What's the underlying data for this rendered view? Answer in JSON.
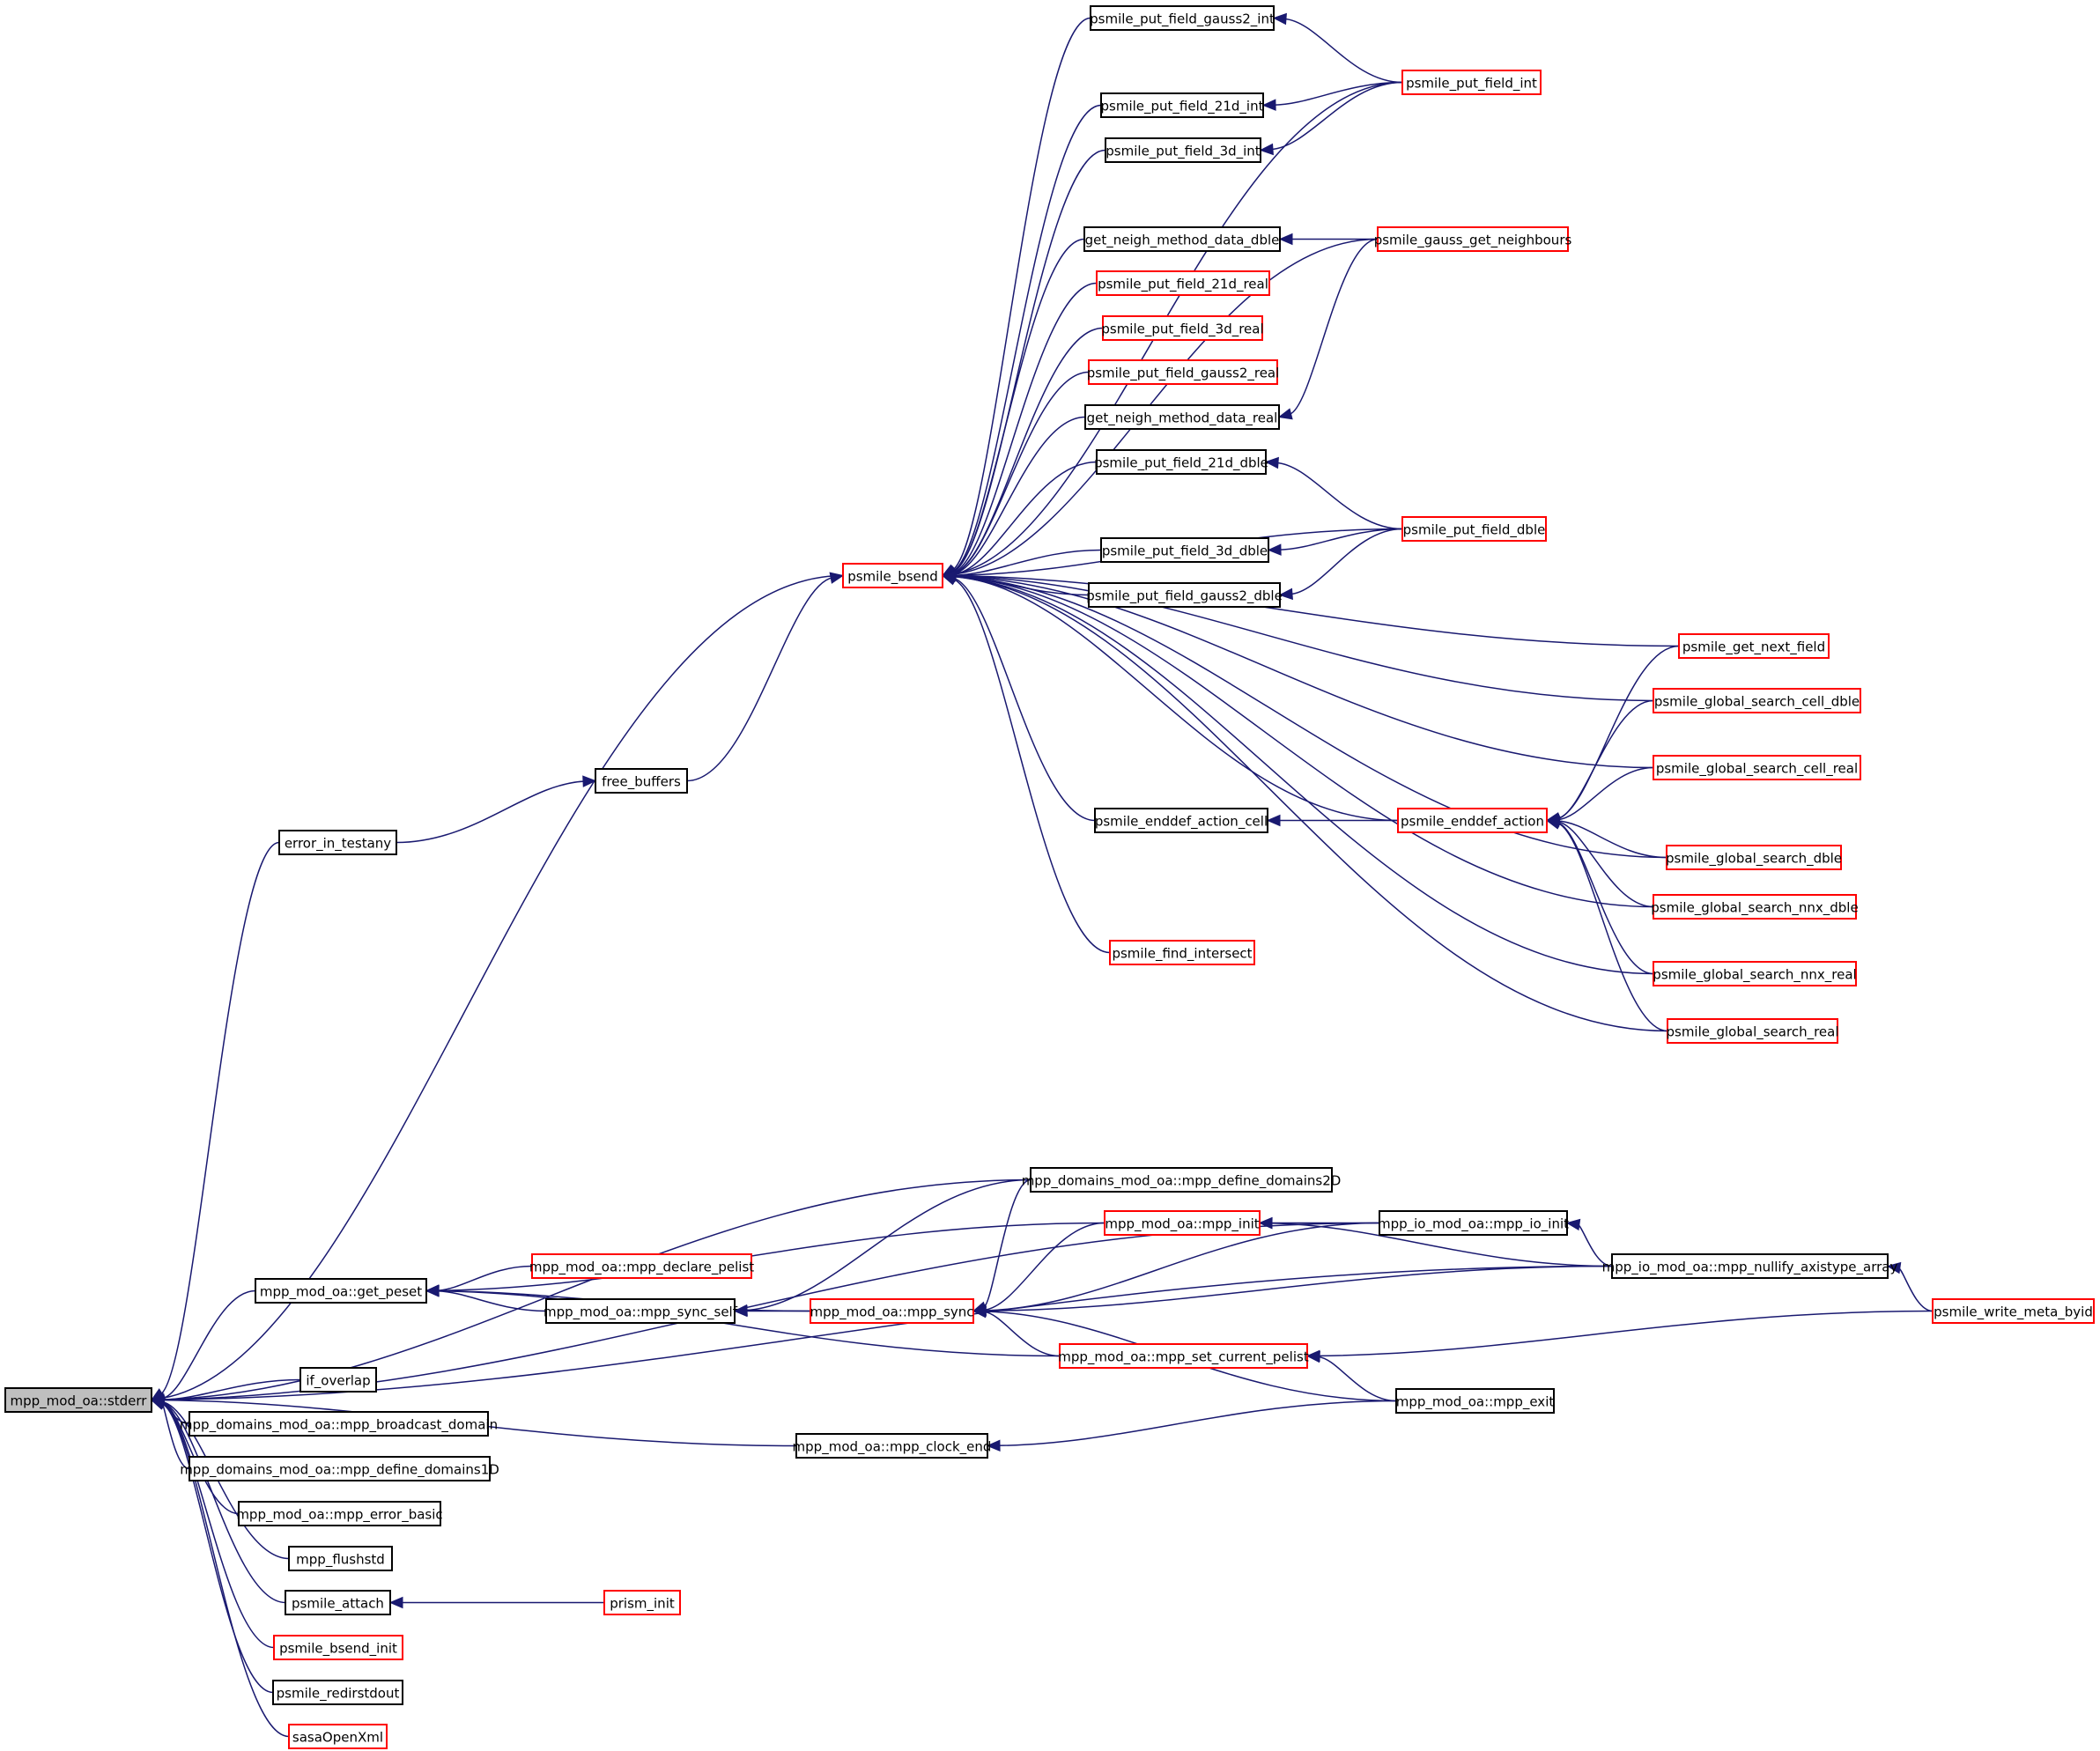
{
  "colors": {
    "edge": "#191970",
    "ref_border": "#000000",
    "red_border": "#ff0000",
    "root_fill": "#bfbfbf"
  },
  "nodes": [
    {
      "id": "root",
      "label": "mpp_mod_oa::stderr",
      "border": "root"
    },
    {
      "id": "n_gauss2_int",
      "label": "psmile_put_field_gauss2_int",
      "border": "black"
    },
    {
      "id": "n_put_int",
      "label": "psmile_put_field_int",
      "border": "red"
    },
    {
      "id": "n_21d_int",
      "label": "psmile_put_field_21d_int",
      "border": "black"
    },
    {
      "id": "n_3d_int",
      "label": "psmile_put_field_3d_int",
      "border": "black"
    },
    {
      "id": "n_neigh_dble",
      "label": "get_neigh_method_data_dble",
      "border": "black"
    },
    {
      "id": "n_gauss_neigh",
      "label": "psmile_gauss_get_neighbours",
      "border": "red"
    },
    {
      "id": "n_21d_real",
      "label": "psmile_put_field_21d_real",
      "border": "red"
    },
    {
      "id": "n_3d_real",
      "label": "psmile_put_field_3d_real",
      "border": "red"
    },
    {
      "id": "n_gauss2_real",
      "label": "psmile_put_field_gauss2_real",
      "border": "red"
    },
    {
      "id": "n_neigh_real",
      "label": "get_neigh_method_data_real",
      "border": "black"
    },
    {
      "id": "n_21d_dble",
      "label": "psmile_put_field_21d_dble",
      "border": "black"
    },
    {
      "id": "n_put_dble",
      "label": "psmile_put_field_dble",
      "border": "red"
    },
    {
      "id": "n_3d_dble",
      "label": "psmile_put_field_3d_dble",
      "border": "black"
    },
    {
      "id": "n_bsend",
      "label": "psmile_bsend",
      "border": "red"
    },
    {
      "id": "n_gauss2_dble",
      "label": "psmile_put_field_gauss2_dble",
      "border": "black"
    },
    {
      "id": "n_next_field",
      "label": "psmile_get_next_field",
      "border": "red"
    },
    {
      "id": "n_gs_cell_dble",
      "label": "psmile_global_search_cell_dble",
      "border": "red"
    },
    {
      "id": "n_gs_cell_real",
      "label": "psmile_global_search_cell_real",
      "border": "red"
    },
    {
      "id": "n_free_buffers",
      "label": "free_buffers",
      "border": "black"
    },
    {
      "id": "n_enddef_cell",
      "label": "psmile_enddef_action_cell",
      "border": "black"
    },
    {
      "id": "n_enddef",
      "label": "psmile_enddef_action",
      "border": "red"
    },
    {
      "id": "n_error_testany",
      "label": "error_in_testany",
      "border": "black"
    },
    {
      "id": "n_gs_dble",
      "label": "psmile_global_search_dble",
      "border": "red"
    },
    {
      "id": "n_gs_nnx_dble",
      "label": "psmile_global_search_nnx_dble",
      "border": "red"
    },
    {
      "id": "n_find_intersect",
      "label": "psmile_find_intersect",
      "border": "red"
    },
    {
      "id": "n_gs_nnx_real",
      "label": "psmile_global_search_nnx_real",
      "border": "red"
    },
    {
      "id": "n_gs_real",
      "label": "psmile_global_search_real",
      "border": "red"
    },
    {
      "id": "n_define_2d",
      "label": "mpp_domains_mod_oa::mpp_define_domains2D",
      "border": "black"
    },
    {
      "id": "n_mpp_init",
      "label": "mpp_mod_oa::mpp_init",
      "border": "red"
    },
    {
      "id": "n_io_init",
      "label": "mpp_io_mod_oa::mpp_io_init",
      "border": "black"
    },
    {
      "id": "n_get_peset",
      "label": "mpp_mod_oa::get_peset",
      "border": "black"
    },
    {
      "id": "n_declare_pelist",
      "label": "mpp_mod_oa::mpp_declare_pelist",
      "border": "red"
    },
    {
      "id": "n_nullify",
      "label": "mpp_io_mod_oa::mpp_nullify_axistype_array",
      "border": "black"
    },
    {
      "id": "n_sync_self",
      "label": "mpp_mod_oa::mpp_sync_self",
      "border": "black"
    },
    {
      "id": "n_sync",
      "label": "mpp_mod_oa::mpp_sync",
      "border": "red"
    },
    {
      "id": "n_write_meta",
      "label": "psmile_write_meta_byid",
      "border": "red"
    },
    {
      "id": "n_set_pelist",
      "label": "mpp_mod_oa::mpp_set_current_pelist",
      "border": "red"
    },
    {
      "id": "n_if_overlap",
      "label": "if_overlap",
      "border": "black"
    },
    {
      "id": "n_mpp_exit",
      "label": "mpp_mod_oa::mpp_exit",
      "border": "black"
    },
    {
      "id": "n_broadcast",
      "label": "mpp_domains_mod_oa::mpp_broadcast_domain",
      "border": "black"
    },
    {
      "id": "n_clock_end",
      "label": "mpp_mod_oa::mpp_clock_end",
      "border": "black"
    },
    {
      "id": "n_define_1d",
      "label": "mpp_domains_mod_oa::mpp_define_domains1D",
      "border": "black"
    },
    {
      "id": "n_error_basic",
      "label": "mpp_mod_oa::mpp_error_basic",
      "border": "black"
    },
    {
      "id": "n_flushstd",
      "label": "mpp_flushstd",
      "border": "black"
    },
    {
      "id": "n_attach",
      "label": "psmile_attach",
      "border": "black"
    },
    {
      "id": "n_prism_init",
      "label": "prism_init",
      "border": "red"
    },
    {
      "id": "n_bsend_init",
      "label": "psmile_bsend_init",
      "border": "red"
    },
    {
      "id": "n_redirstdout",
      "label": "psmile_redirstdout",
      "border": "black"
    },
    {
      "id": "n_sasa",
      "label": "sasaOpenXml",
      "border": "red"
    }
  ],
  "edges": [
    [
      "root",
      "n_bsend"
    ],
    [
      "root",
      "n_error_testany"
    ],
    [
      "root",
      "n_nullify"
    ],
    [
      "root",
      "n_io_init"
    ],
    [
      "root",
      "n_define_2d"
    ],
    [
      "root",
      "n_get_peset"
    ],
    [
      "root",
      "n_clock_end"
    ],
    [
      "root",
      "n_if_overlap"
    ],
    [
      "root",
      "n_broadcast"
    ],
    [
      "root",
      "n_define_1d"
    ],
    [
      "root",
      "n_error_basic"
    ],
    [
      "root",
      "n_flushstd"
    ],
    [
      "root",
      "n_attach"
    ],
    [
      "root",
      "n_bsend_init"
    ],
    [
      "root",
      "n_redirstdout"
    ],
    [
      "root",
      "n_sasa"
    ],
    [
      "n_bsend",
      "n_gauss2_int"
    ],
    [
      "n_bsend",
      "n_put_int"
    ],
    [
      "n_bsend",
      "n_21d_int"
    ],
    [
      "n_bsend",
      "n_3d_int"
    ],
    [
      "n_bsend",
      "n_gauss_neigh"
    ],
    [
      "n_bsend",
      "n_neigh_dble"
    ],
    [
      "n_bsend",
      "n_21d_real"
    ],
    [
      "n_bsend",
      "n_3d_real"
    ],
    [
      "n_bsend",
      "n_gauss2_real"
    ],
    [
      "n_bsend",
      "n_neigh_real"
    ],
    [
      "n_bsend",
      "n_21d_dble"
    ],
    [
      "n_bsend",
      "n_put_dble"
    ],
    [
      "n_bsend",
      "n_3d_dble"
    ],
    [
      "n_bsend",
      "n_gauss2_dble"
    ],
    [
      "n_bsend",
      "n_next_field"
    ],
    [
      "n_bsend",
      "n_gs_cell_dble"
    ],
    [
      "n_bsend",
      "n_gs_cell_real"
    ],
    [
      "n_bsend",
      "n_free_buffers"
    ],
    [
      "n_bsend",
      "n_enddef"
    ],
    [
      "n_bsend",
      "n_enddef_cell"
    ],
    [
      "n_bsend",
      "n_gs_dble"
    ],
    [
      "n_bsend",
      "n_gs_nnx_dble"
    ],
    [
      "n_bsend",
      "n_find_intersect"
    ],
    [
      "n_bsend",
      "n_gs_nnx_real"
    ],
    [
      "n_bsend",
      "n_gs_real"
    ],
    [
      "n_gauss2_int",
      "n_put_int"
    ],
    [
      "n_21d_int",
      "n_put_int"
    ],
    [
      "n_3d_int",
      "n_put_int"
    ],
    [
      "n_neigh_dble",
      "n_gauss_neigh"
    ],
    [
      "n_neigh_real",
      "n_gauss_neigh"
    ],
    [
      "n_21d_dble",
      "n_put_dble"
    ],
    [
      "n_3d_dble",
      "n_put_dble"
    ],
    [
      "n_gauss2_dble",
      "n_put_dble"
    ],
    [
      "n_free_buffers",
      "n_error_testany"
    ],
    [
      "n_enddef_cell",
      "n_enddef"
    ],
    [
      "n_enddef",
      "n_next_field"
    ],
    [
      "n_enddef",
      "n_gs_cell_dble"
    ],
    [
      "n_enddef",
      "n_gs_cell_real"
    ],
    [
      "n_enddef",
      "n_gs_dble"
    ],
    [
      "n_enddef",
      "n_gs_nnx_dble"
    ],
    [
      "n_enddef",
      "n_gs_nnx_real"
    ],
    [
      "n_enddef",
      "n_gs_real"
    ],
    [
      "n_get_peset",
      "n_mpp_init"
    ],
    [
      "n_get_peset",
      "n_declare_pelist"
    ],
    [
      "n_get_peset",
      "n_sync_self"
    ],
    [
      "n_get_peset",
      "n_sync"
    ],
    [
      "n_get_peset",
      "n_set_pelist"
    ],
    [
      "n_sync_self",
      "n_define_2d"
    ],
    [
      "n_sync_self",
      "n_sync"
    ],
    [
      "n_sync",
      "n_define_2d"
    ],
    [
      "n_sync",
      "n_mpp_init"
    ],
    [
      "n_sync",
      "n_io_init"
    ],
    [
      "n_sync",
      "n_nullify"
    ],
    [
      "n_sync",
      "n_set_pelist"
    ],
    [
      "n_sync",
      "n_mpp_exit"
    ],
    [
      "n_mpp_init",
      "n_io_init"
    ],
    [
      "n_mpp_init",
      "n_nullify"
    ],
    [
      "n_io_init",
      "n_nullify"
    ],
    [
      "n_nullify",
      "n_write_meta"
    ],
    [
      "n_set_pelist",
      "n_write_meta"
    ],
    [
      "n_set_pelist",
      "n_mpp_exit"
    ],
    [
      "n_clock_end",
      "n_mpp_exit"
    ],
    [
      "n_attach",
      "n_prism_init"
    ]
  ]
}
